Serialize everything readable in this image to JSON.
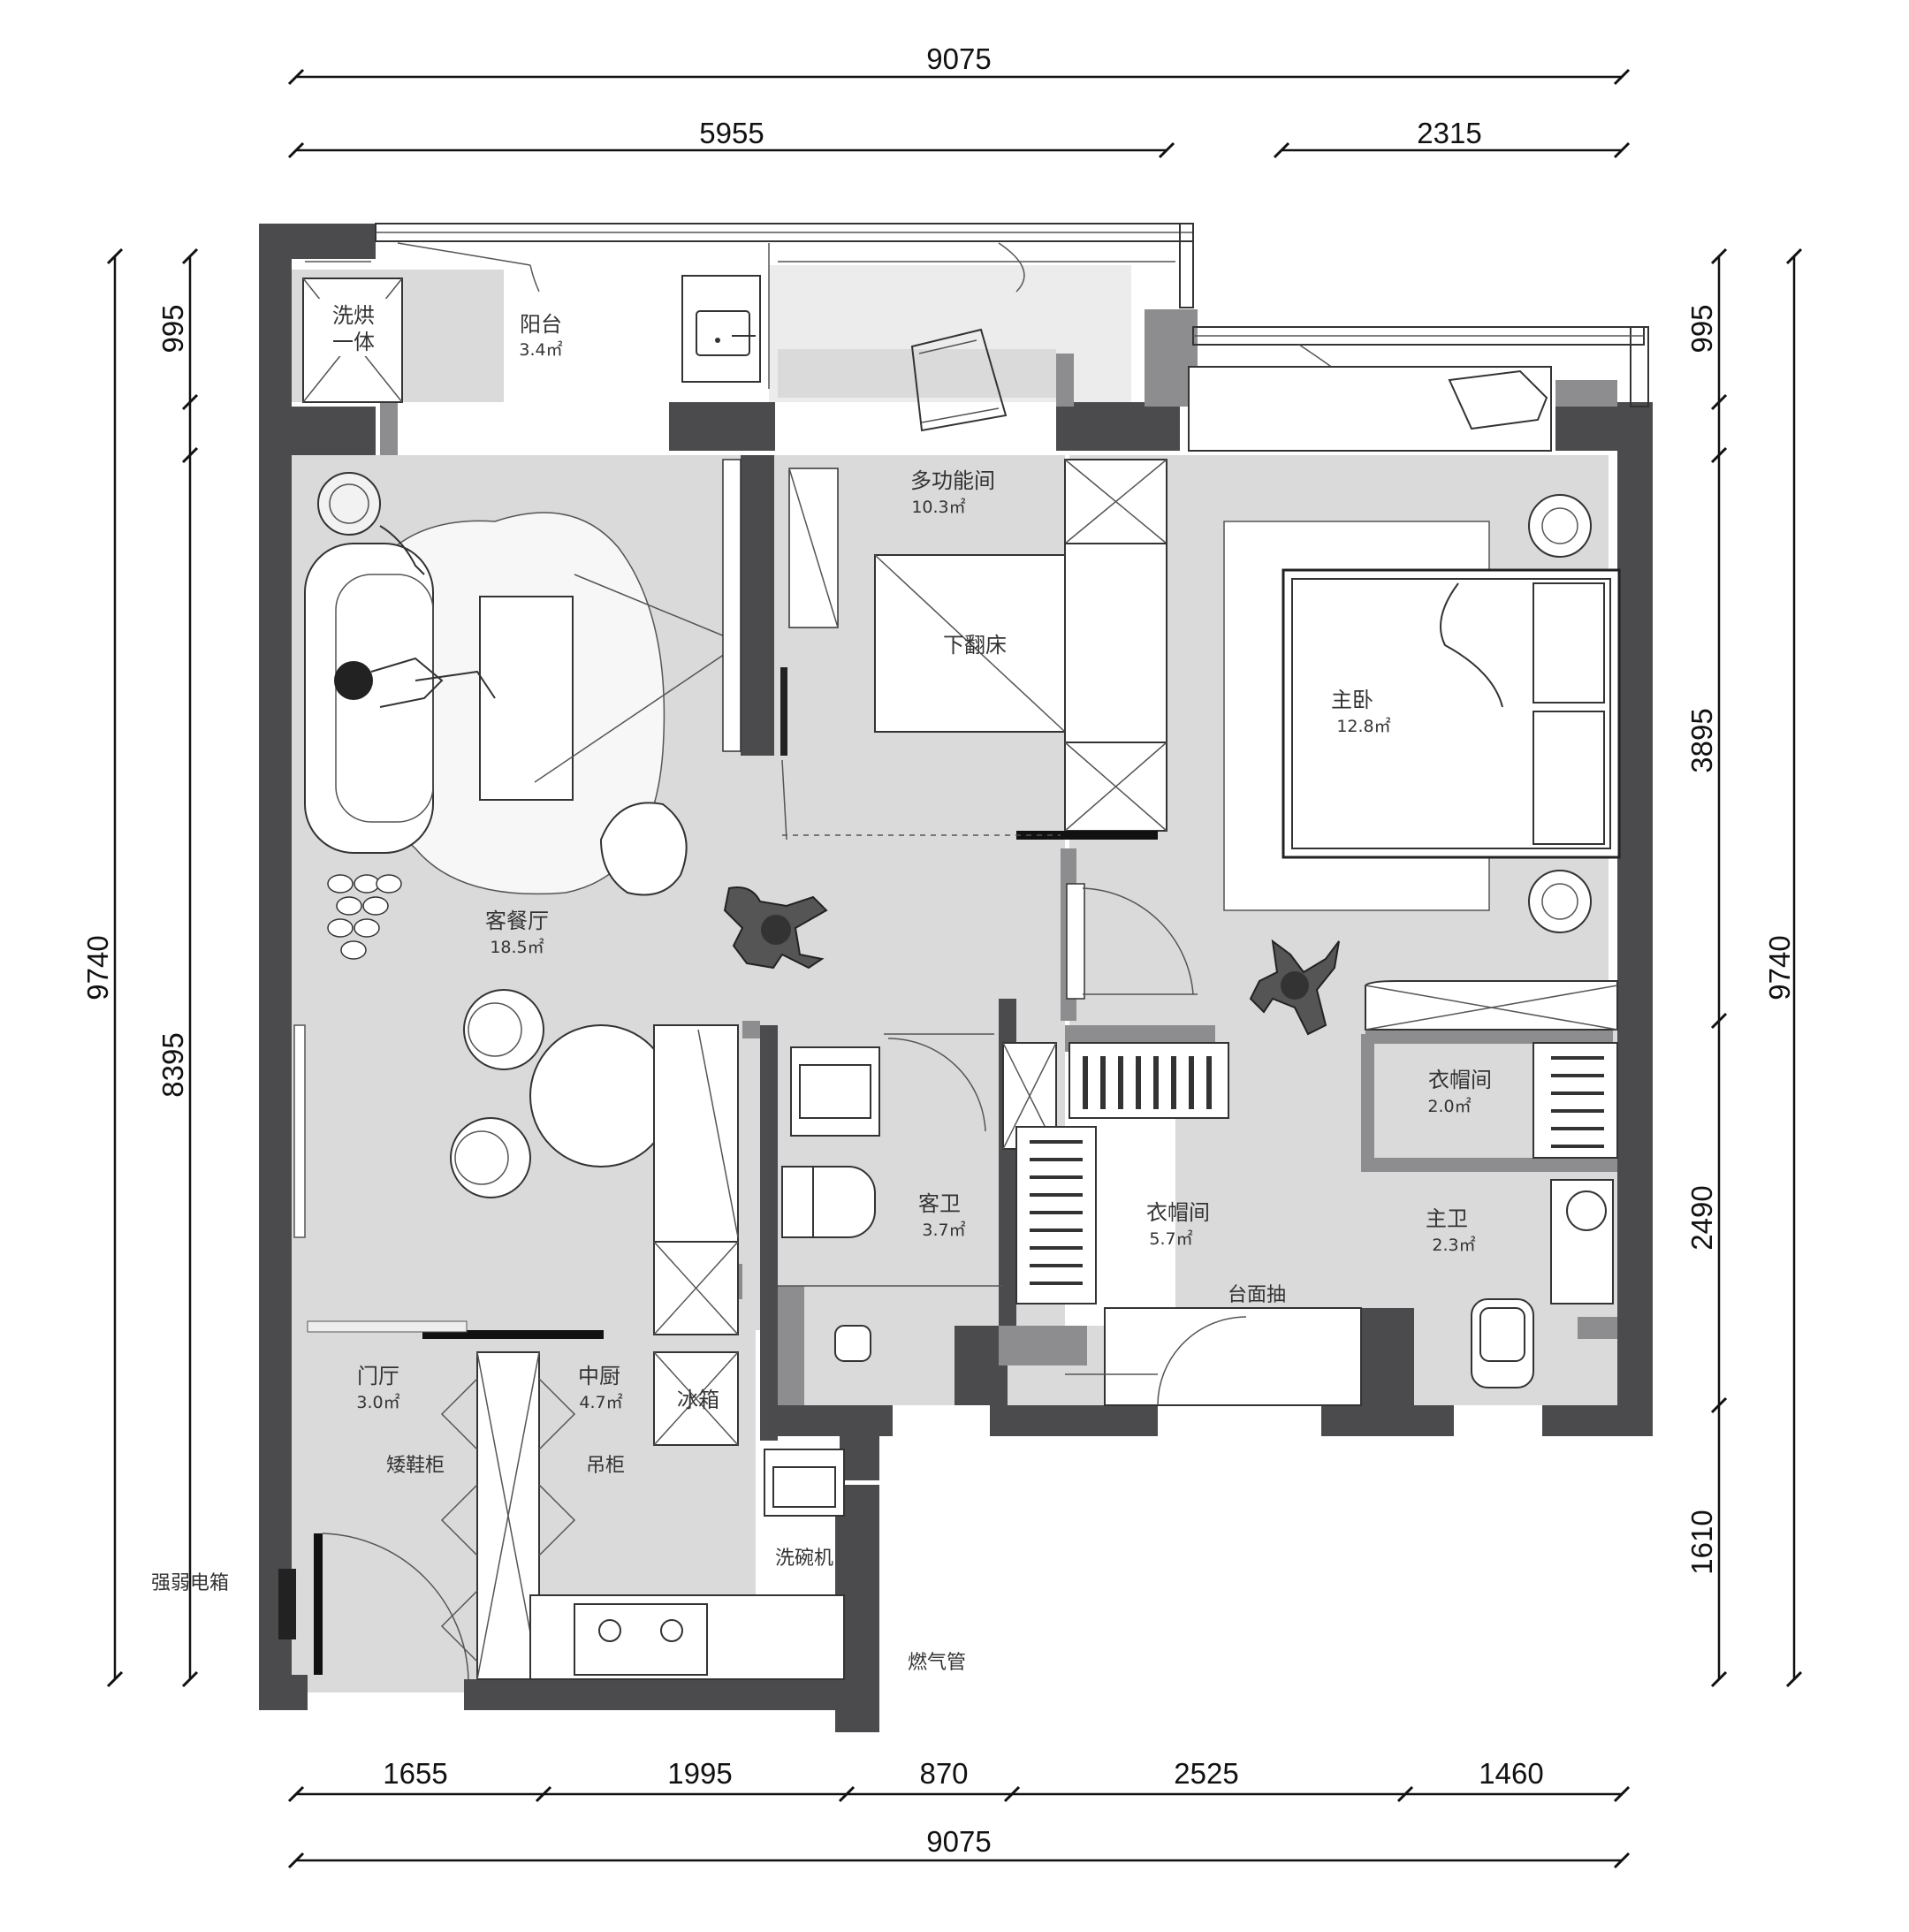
{
  "dimensions": {
    "top_total": "9075",
    "top_left": "5955",
    "top_right": "2315",
    "bottom_segments": [
      "1655",
      "1995",
      "870",
      "2525",
      "1460"
    ],
    "bottom_total": "9075",
    "left_total": "9740",
    "left_top": "995",
    "left_main": "8395",
    "right_total": "9740",
    "right_segments": [
      "995",
      "3895",
      "2490",
      "1610"
    ]
  },
  "rooms": {
    "washer": {
      "line1": "洗烘",
      "line2": "一体"
    },
    "balcony": {
      "name": "阳台",
      "area": "3.4㎡"
    },
    "multi": {
      "name": "多功能间",
      "area": "10.3㎡"
    },
    "foldbed": "下翻床",
    "master": {
      "name": "主卧",
      "area": "12.8㎡"
    },
    "living": {
      "name": "客餐厅",
      "area": "18.5㎡"
    },
    "cloak_small": {
      "name": "衣帽间",
      "area": "2.0㎡"
    },
    "guest_bath": {
      "name": "客卫",
      "area": "3.7㎡"
    },
    "cloak_big": {
      "name": "衣帽间",
      "area": "5.7㎡"
    },
    "counter_drawer": "台面抽",
    "master_bath": {
      "name": "主卫",
      "area": "2.3㎡"
    },
    "foyer": {
      "name": "门厅",
      "area": "3.0㎡"
    },
    "kitchen": {
      "name": "中厨",
      "area": "4.7㎡"
    },
    "fridge": "冰箱",
    "shoe_cabinet": "矮鞋柜",
    "wall_cabinet": "吊柜",
    "dishwasher": "洗碗机",
    "electric_box": "强弱电箱",
    "gas_pipe": "燃气管"
  }
}
